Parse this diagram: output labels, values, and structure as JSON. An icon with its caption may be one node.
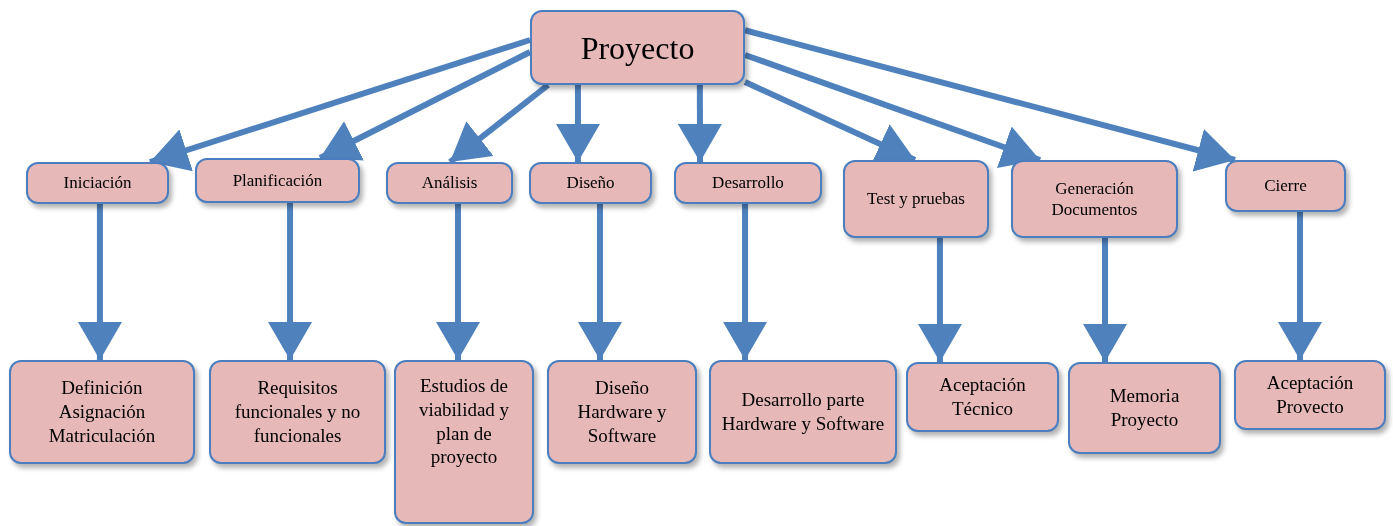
{
  "diagram": {
    "nodes": [
      {
        "text": [
          "Proyecto"
        ]
      },
      {
        "text": [
          "Iniciación"
        ]
      },
      {
        "text": [
          "Planificación"
        ]
      },
      {
        "text": [
          "Análisis"
        ]
      },
      {
        "text": [
          "Diseño"
        ]
      },
      {
        "text": [
          "Desarrollo"
        ]
      },
      {
        "text": [
          "Test y pruebas"
        ]
      },
      {
        "text": [
          "Generación Documentos"
        ]
      },
      {
        "text": [
          "Cierre"
        ]
      },
      {
        "text": [
          "Definición Asignación Matriculación"
        ]
      },
      {
        "text": [
          "Requisitos funcionales y no funcionales"
        ]
      },
      {
        "text": [
          "Estudios de viabilidad y plan de proyecto"
        ]
      },
      {
        "text": [
          "Diseño Hardware y Software"
        ]
      },
      {
        "text": [
          "Desarrollo parte Hardware y Software"
        ]
      },
      {
        "text": [
          "Aceptación Técnico"
        ]
      },
      {
        "text": [
          "Memoria Proyecto"
        ]
      },
      {
        "text": [
          "Aceptación Provecto"
        ]
      }
    ],
    "edges": [
      {
        "from": 0,
        "to": 1,
        "arrow": "to"
      },
      {
        "from": 0,
        "to": 2,
        "arrow": "to"
      },
      {
        "from": 0,
        "to": 3,
        "arrow": "to"
      },
      {
        "from": 0,
        "to": 4,
        "arrow": "to"
      },
      {
        "from": 0,
        "to": 5,
        "arrow": "to"
      },
      {
        "from": 0,
        "to": 6,
        "arrow": "to"
      },
      {
        "from": 0,
        "to": 7,
        "arrow": "to"
      },
      {
        "from": 0,
        "to": 8,
        "arrow": "to"
      },
      {
        "from": 1,
        "to": 9,
        "arrow": "to"
      },
      {
        "from": 2,
        "to": 10,
        "arrow": "to"
      },
      {
        "from": 3,
        "to": 11,
        "arrow": "to"
      },
      {
        "from": 4,
        "to": 12,
        "arrow": "to"
      },
      {
        "from": 5,
        "to": 13,
        "arrow": "to"
      },
      {
        "from": 6,
        "to": 14,
        "arrow": "to"
      },
      {
        "from": 7,
        "to": 15,
        "arrow": "to"
      },
      {
        "from": 8,
        "to": 16,
        "arrow": "to"
      }
    ]
  }
}
